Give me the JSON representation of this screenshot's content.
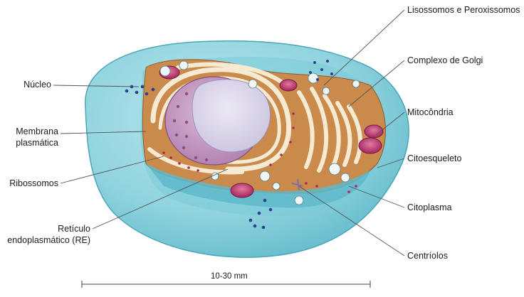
{
  "labels": {
    "lisossomos": "Lisossomos e Peroxissomos",
    "golgi": "Complexo de Golgi",
    "mitocondria": "Mitocôndria",
    "citoesqueleto": "Citoesqueleto",
    "citoplasma": "Citoplasma",
    "centriolos": "Centríolos",
    "nucleo": "Núcleo",
    "membrana_line1": "Membrana",
    "membrana_line2": "plasmática",
    "ribossomos": "Ribossomos",
    "re_line1": "Retículo",
    "re_line2": "endoplasmático (RE)",
    "scale": "10-30 mm"
  },
  "colors": {
    "cell_outer": "#8fd3de",
    "cell_inner": "#6cc2d2",
    "cytoplasm": "#c98a4b",
    "nucleus": "#c79ac2",
    "nucleolus": "#d8d4ea",
    "er_cream": "#f6ead2",
    "vesicle": "#2d3f8f",
    "ribosome": "#b0245c",
    "mito": "#b7366a",
    "line": "#555555"
  }
}
